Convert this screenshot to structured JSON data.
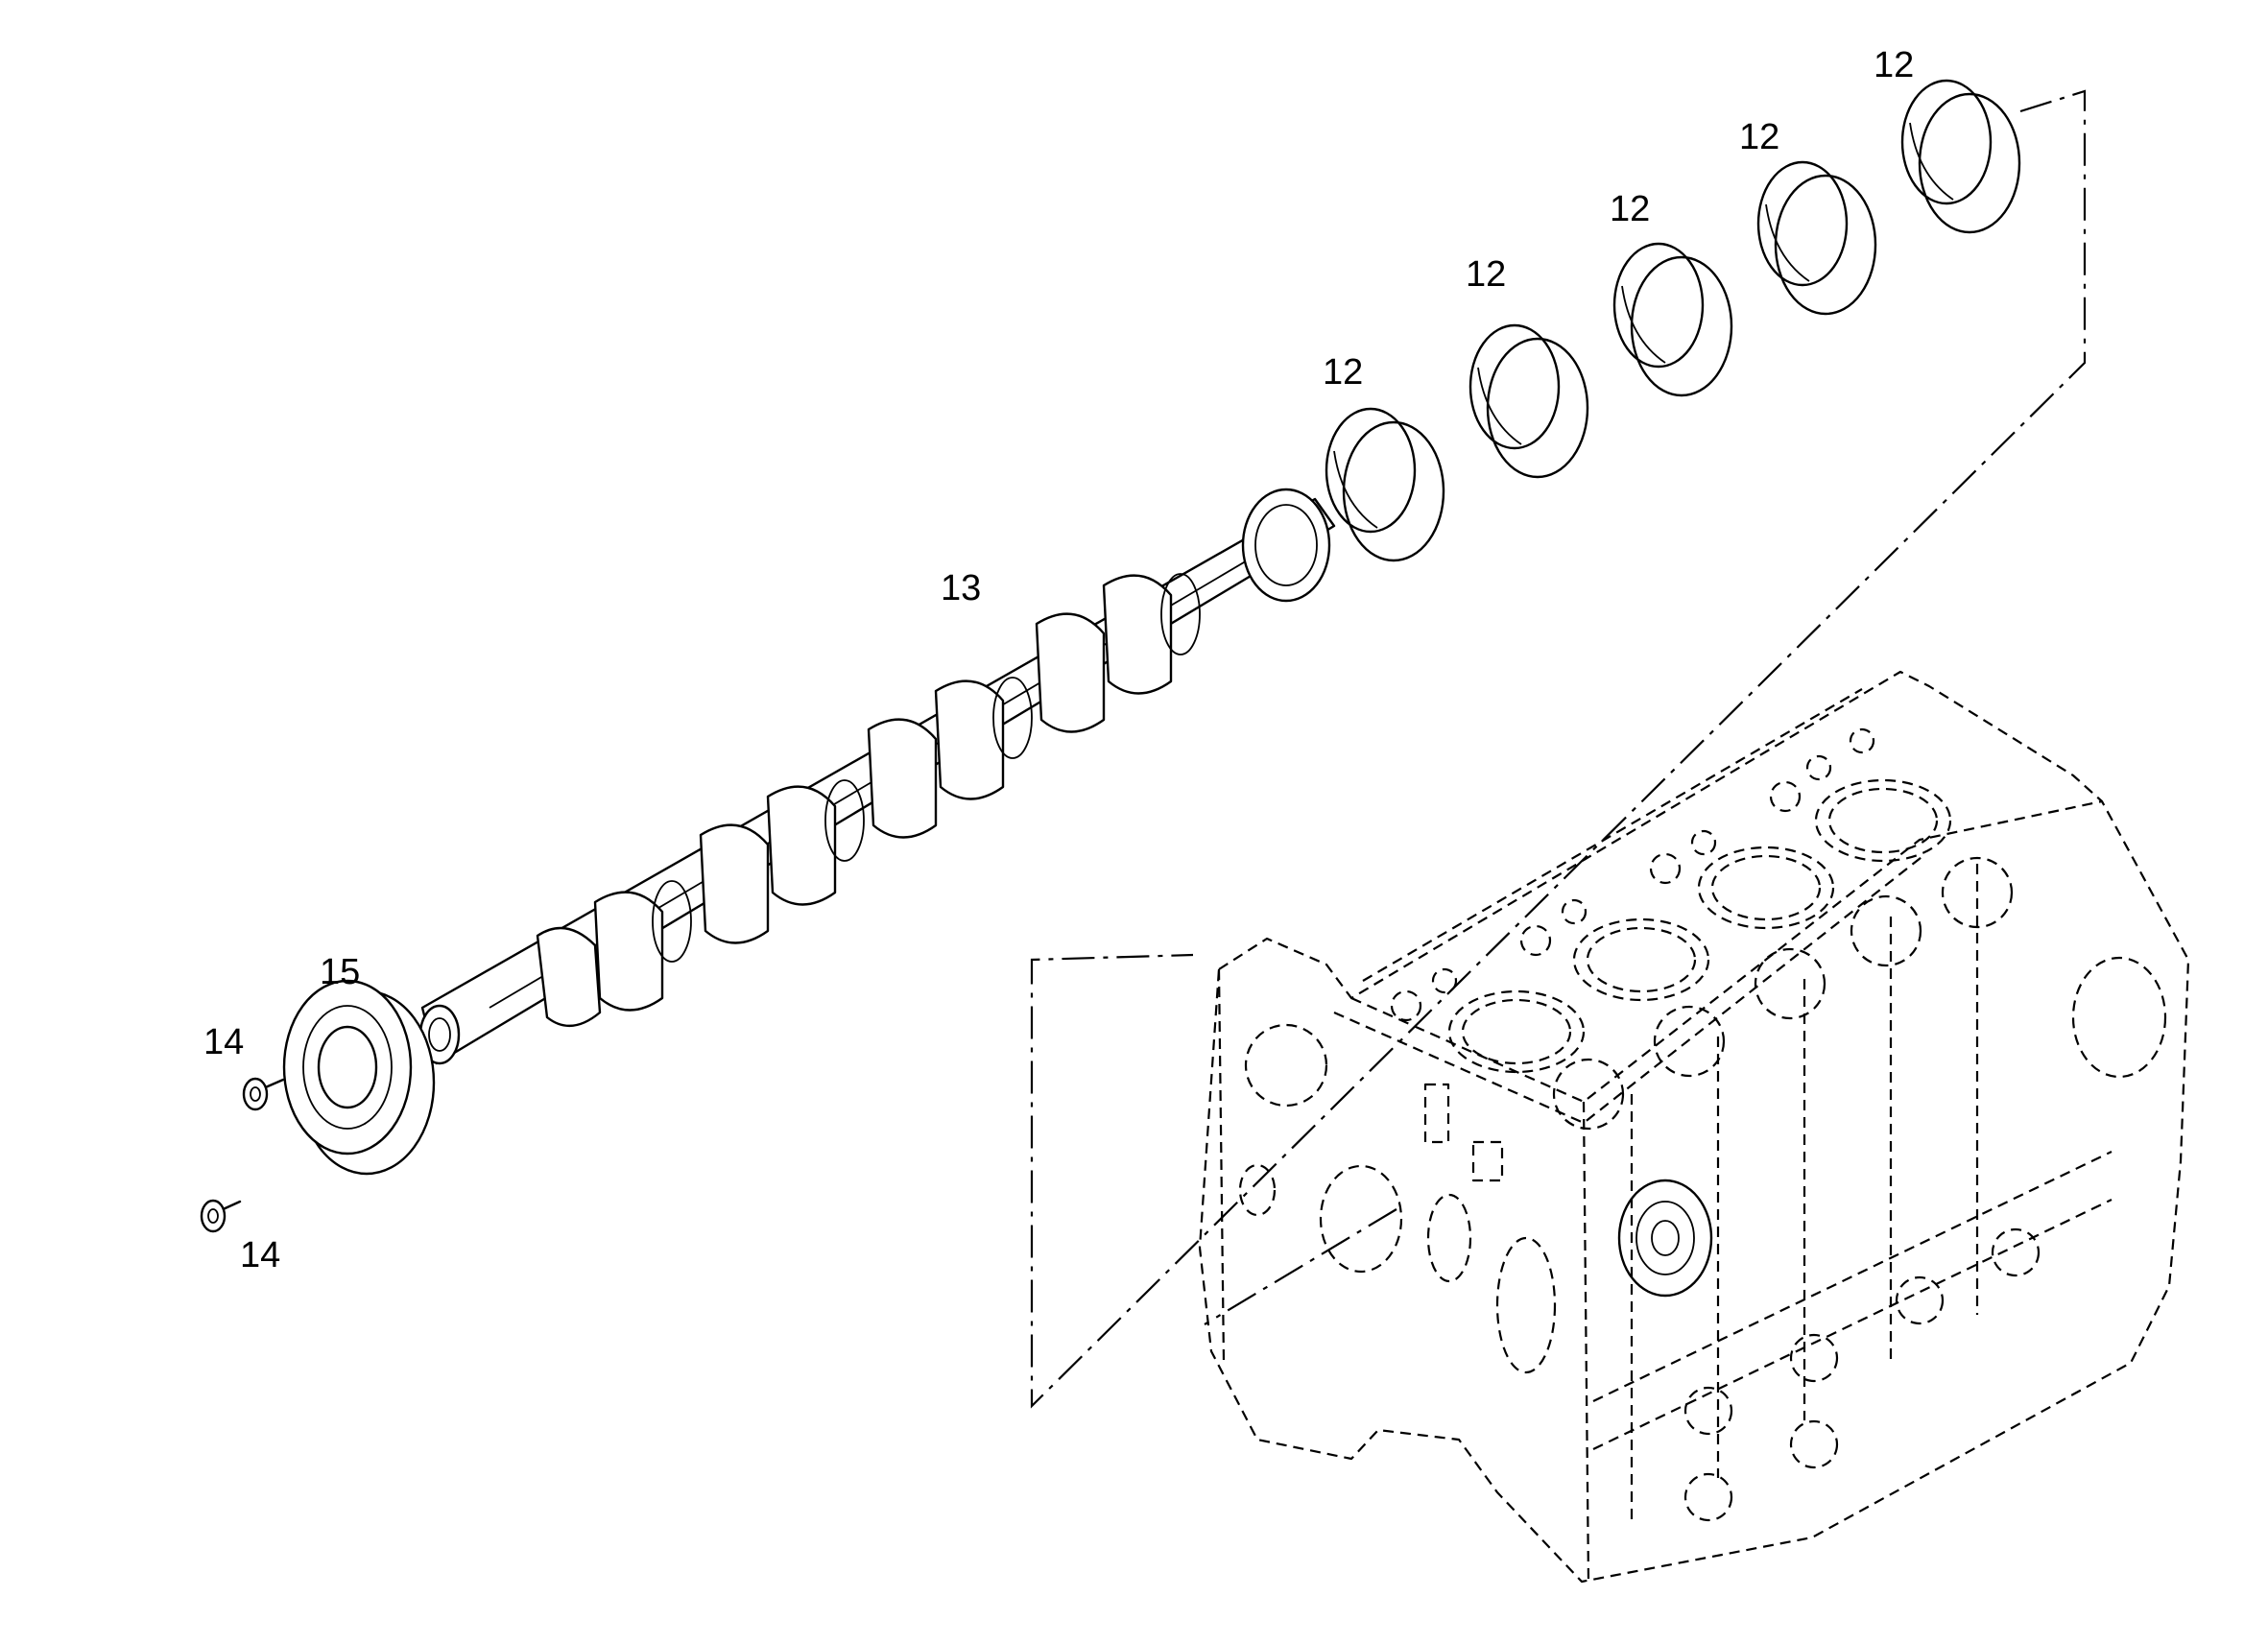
{
  "callouts": {
    "bearing_1": "12",
    "bearing_2": "12",
    "bearing_3": "12",
    "bearing_4": "12",
    "bearing_5": "12",
    "camshaft": "13",
    "thrust_ring": "15",
    "screw_upper": "14",
    "screw_lower": "14"
  }
}
